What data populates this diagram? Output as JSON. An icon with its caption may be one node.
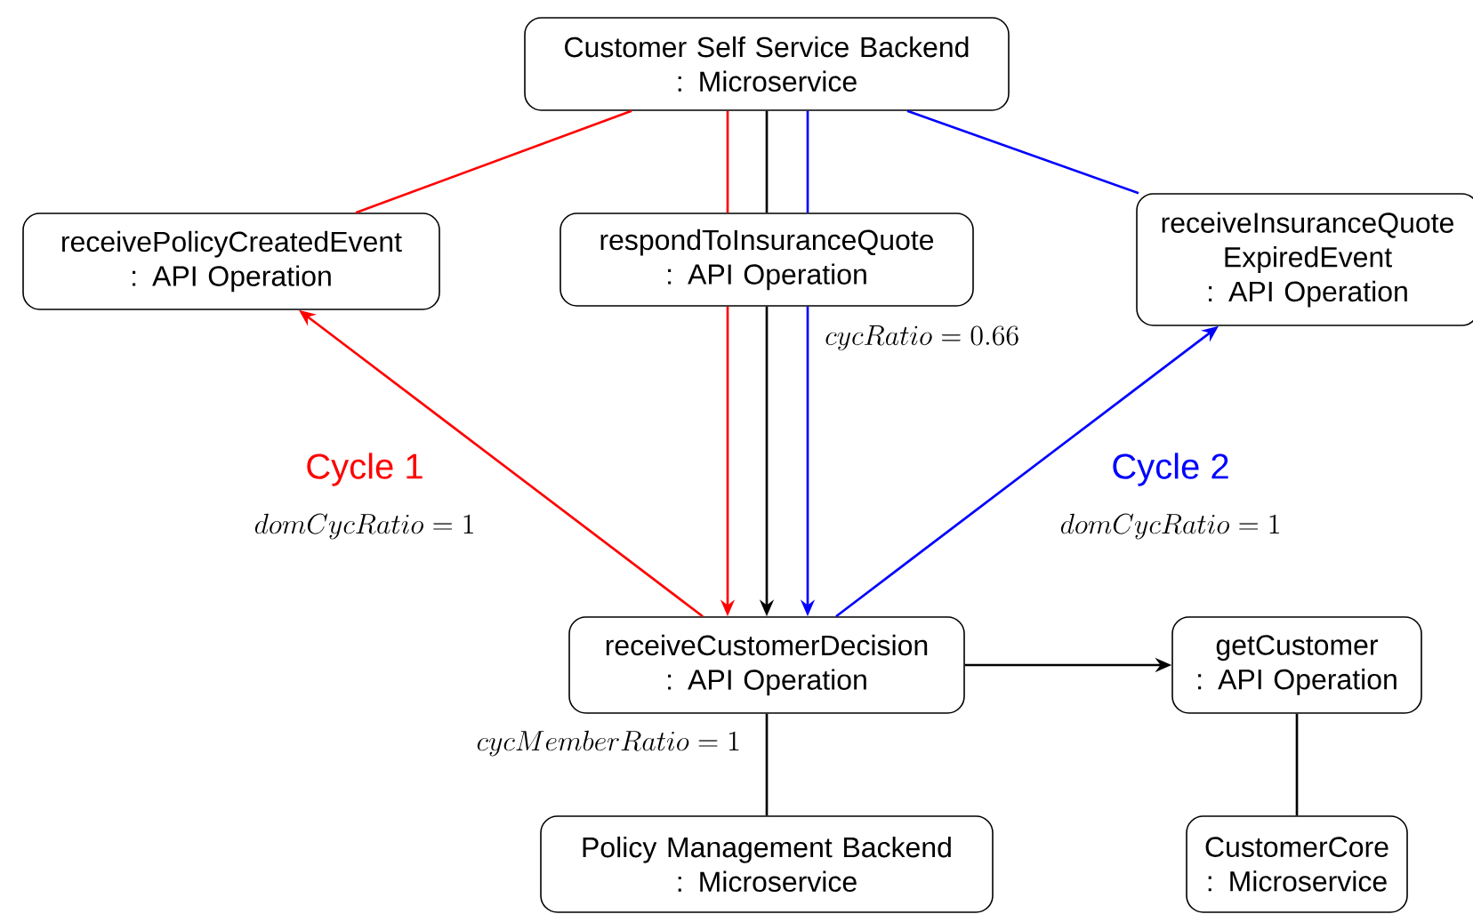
{
  "diagram": {
    "nodes": [
      {
        "text": [
          "Customer Self Service Backend",
          ": Microservice"
        ]
      },
      {
        "text": [
          "receivePolicyCreatedEvent",
          ": API Operation"
        ]
      },
      {
        "text": [
          "respondToInsuranceQuote",
          ": API Operation"
        ]
      },
      {
        "text": [
          "receiveInsuranceQuote ExpiredEvent",
          ": API Operation"
        ]
      },
      {
        "text": [
          "receiveCustomerDecision",
          ": API Operation"
        ]
      },
      {
        "text": [
          "getCustomer",
          ": API Operation"
        ]
      },
      {
        "text": [
          "Policy Management Backend",
          ": Microservice"
        ]
      },
      {
        "text": [
          "CustomerCore",
          ": Microservice"
        ]
      }
    ],
    "edges": [
      {
        "from": 0,
        "to": 1,
        "arrow": "none",
        "color": "#ff0000"
      },
      {
        "from": 0,
        "to": 2,
        "arrow": "none",
        "color": "#ff0000"
      },
      {
        "from": 0,
        "to": 2,
        "arrow": "none"
      },
      {
        "from": 0,
        "to": 2,
        "arrow": "none",
        "color": "#0000ff"
      },
      {
        "from": 0,
        "to": 3,
        "arrow": "none",
        "color": "#0000ff"
      },
      {
        "from": 4,
        "to": 1,
        "arrow": "to",
        "color": "#ff0000"
      },
      {
        "from": 2,
        "to": 4,
        "arrow": "to",
        "color": "#ff0000"
      },
      {
        "from": 2,
        "to": 4,
        "arrow": "to"
      },
      {
        "from": 2,
        "to": 4,
        "arrow": "to",
        "color": "#0000ff"
      },
      {
        "from": 4,
        "to": 3,
        "arrow": "to",
        "color": "#0000ff"
      },
      {
        "from": 4,
        "to": 5,
        "arrow": "to"
      },
      {
        "from": 4,
        "to": 6,
        "arrow": "none"
      },
      {
        "from": 5,
        "to": 7,
        "arrow": "none"
      }
    ],
    "labels": [
      "cycRatio = 0.66",
      "Cycle 1",
      "domCycRatio = 1",
      "Cycle 2",
      "domCycRatio = 1",
      "cycMemberRatio = 1"
    ]
  }
}
